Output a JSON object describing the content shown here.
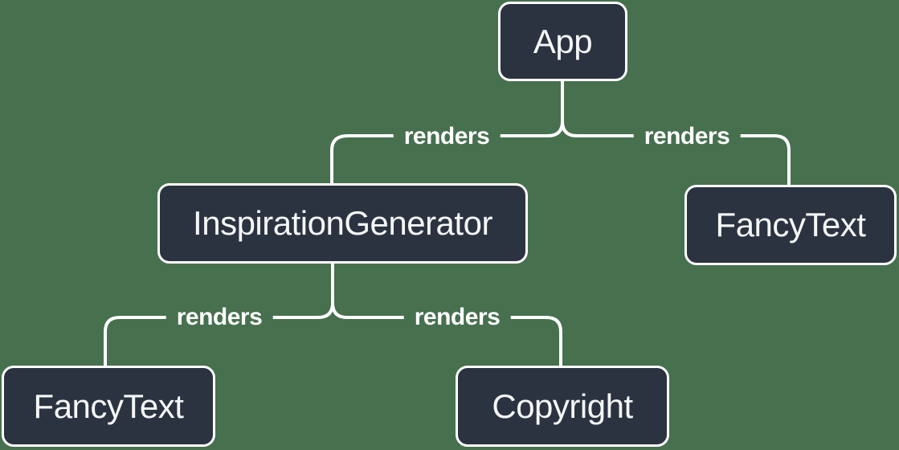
{
  "diagram": {
    "type": "tree",
    "description": "React component render tree",
    "colors": {
      "background": "#47704E",
      "node_fill": "#2C3340",
      "node_border": "#FFFFFF",
      "node_text": "#F5F6F7",
      "line": "#FFFFFF",
      "label_text": "#FFFFFF"
    },
    "nodes": [
      {
        "id": "app",
        "label": "App"
      },
      {
        "id": "inspiration-generator",
        "label": "InspirationGenerator"
      },
      {
        "id": "fancy-text-right",
        "label": "FancyText"
      },
      {
        "id": "fancy-text-left",
        "label": "FancyText"
      },
      {
        "id": "copyright",
        "label": "Copyright"
      }
    ],
    "edges": [
      {
        "from": "App",
        "to": "InspirationGenerator",
        "label": "renders"
      },
      {
        "from": "App",
        "to": "FancyText",
        "label": "renders"
      },
      {
        "from": "InspirationGenerator",
        "to": "FancyText",
        "label": "renders"
      },
      {
        "from": "InspirationGenerator",
        "to": "Copyright",
        "label": "renders"
      }
    ]
  }
}
